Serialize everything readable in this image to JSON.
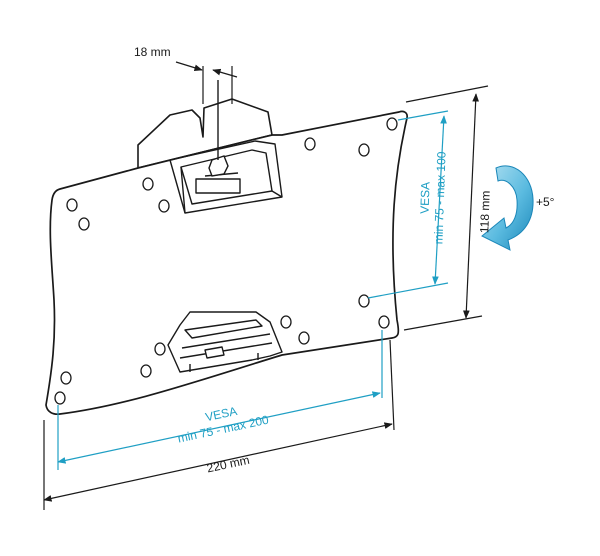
{
  "labels": {
    "depth": "18 mm",
    "height": "118 mm",
    "width": "220 mm",
    "tilt": "+5°",
    "vesa_v_title": "VESA",
    "vesa_v_range": "min 75 - max 100",
    "vesa_h_title": "VESA",
    "vesa_h_range": "min 75 - max 200"
  },
  "colors": {
    "line": "#1a1a1a",
    "accent": "#1f9fc4",
    "arrow_light": "#8fd2ea",
    "arrow_dark": "#1f8fbf"
  },
  "icons": {
    "tilt": "curved-tilt-arrow-icon"
  }
}
